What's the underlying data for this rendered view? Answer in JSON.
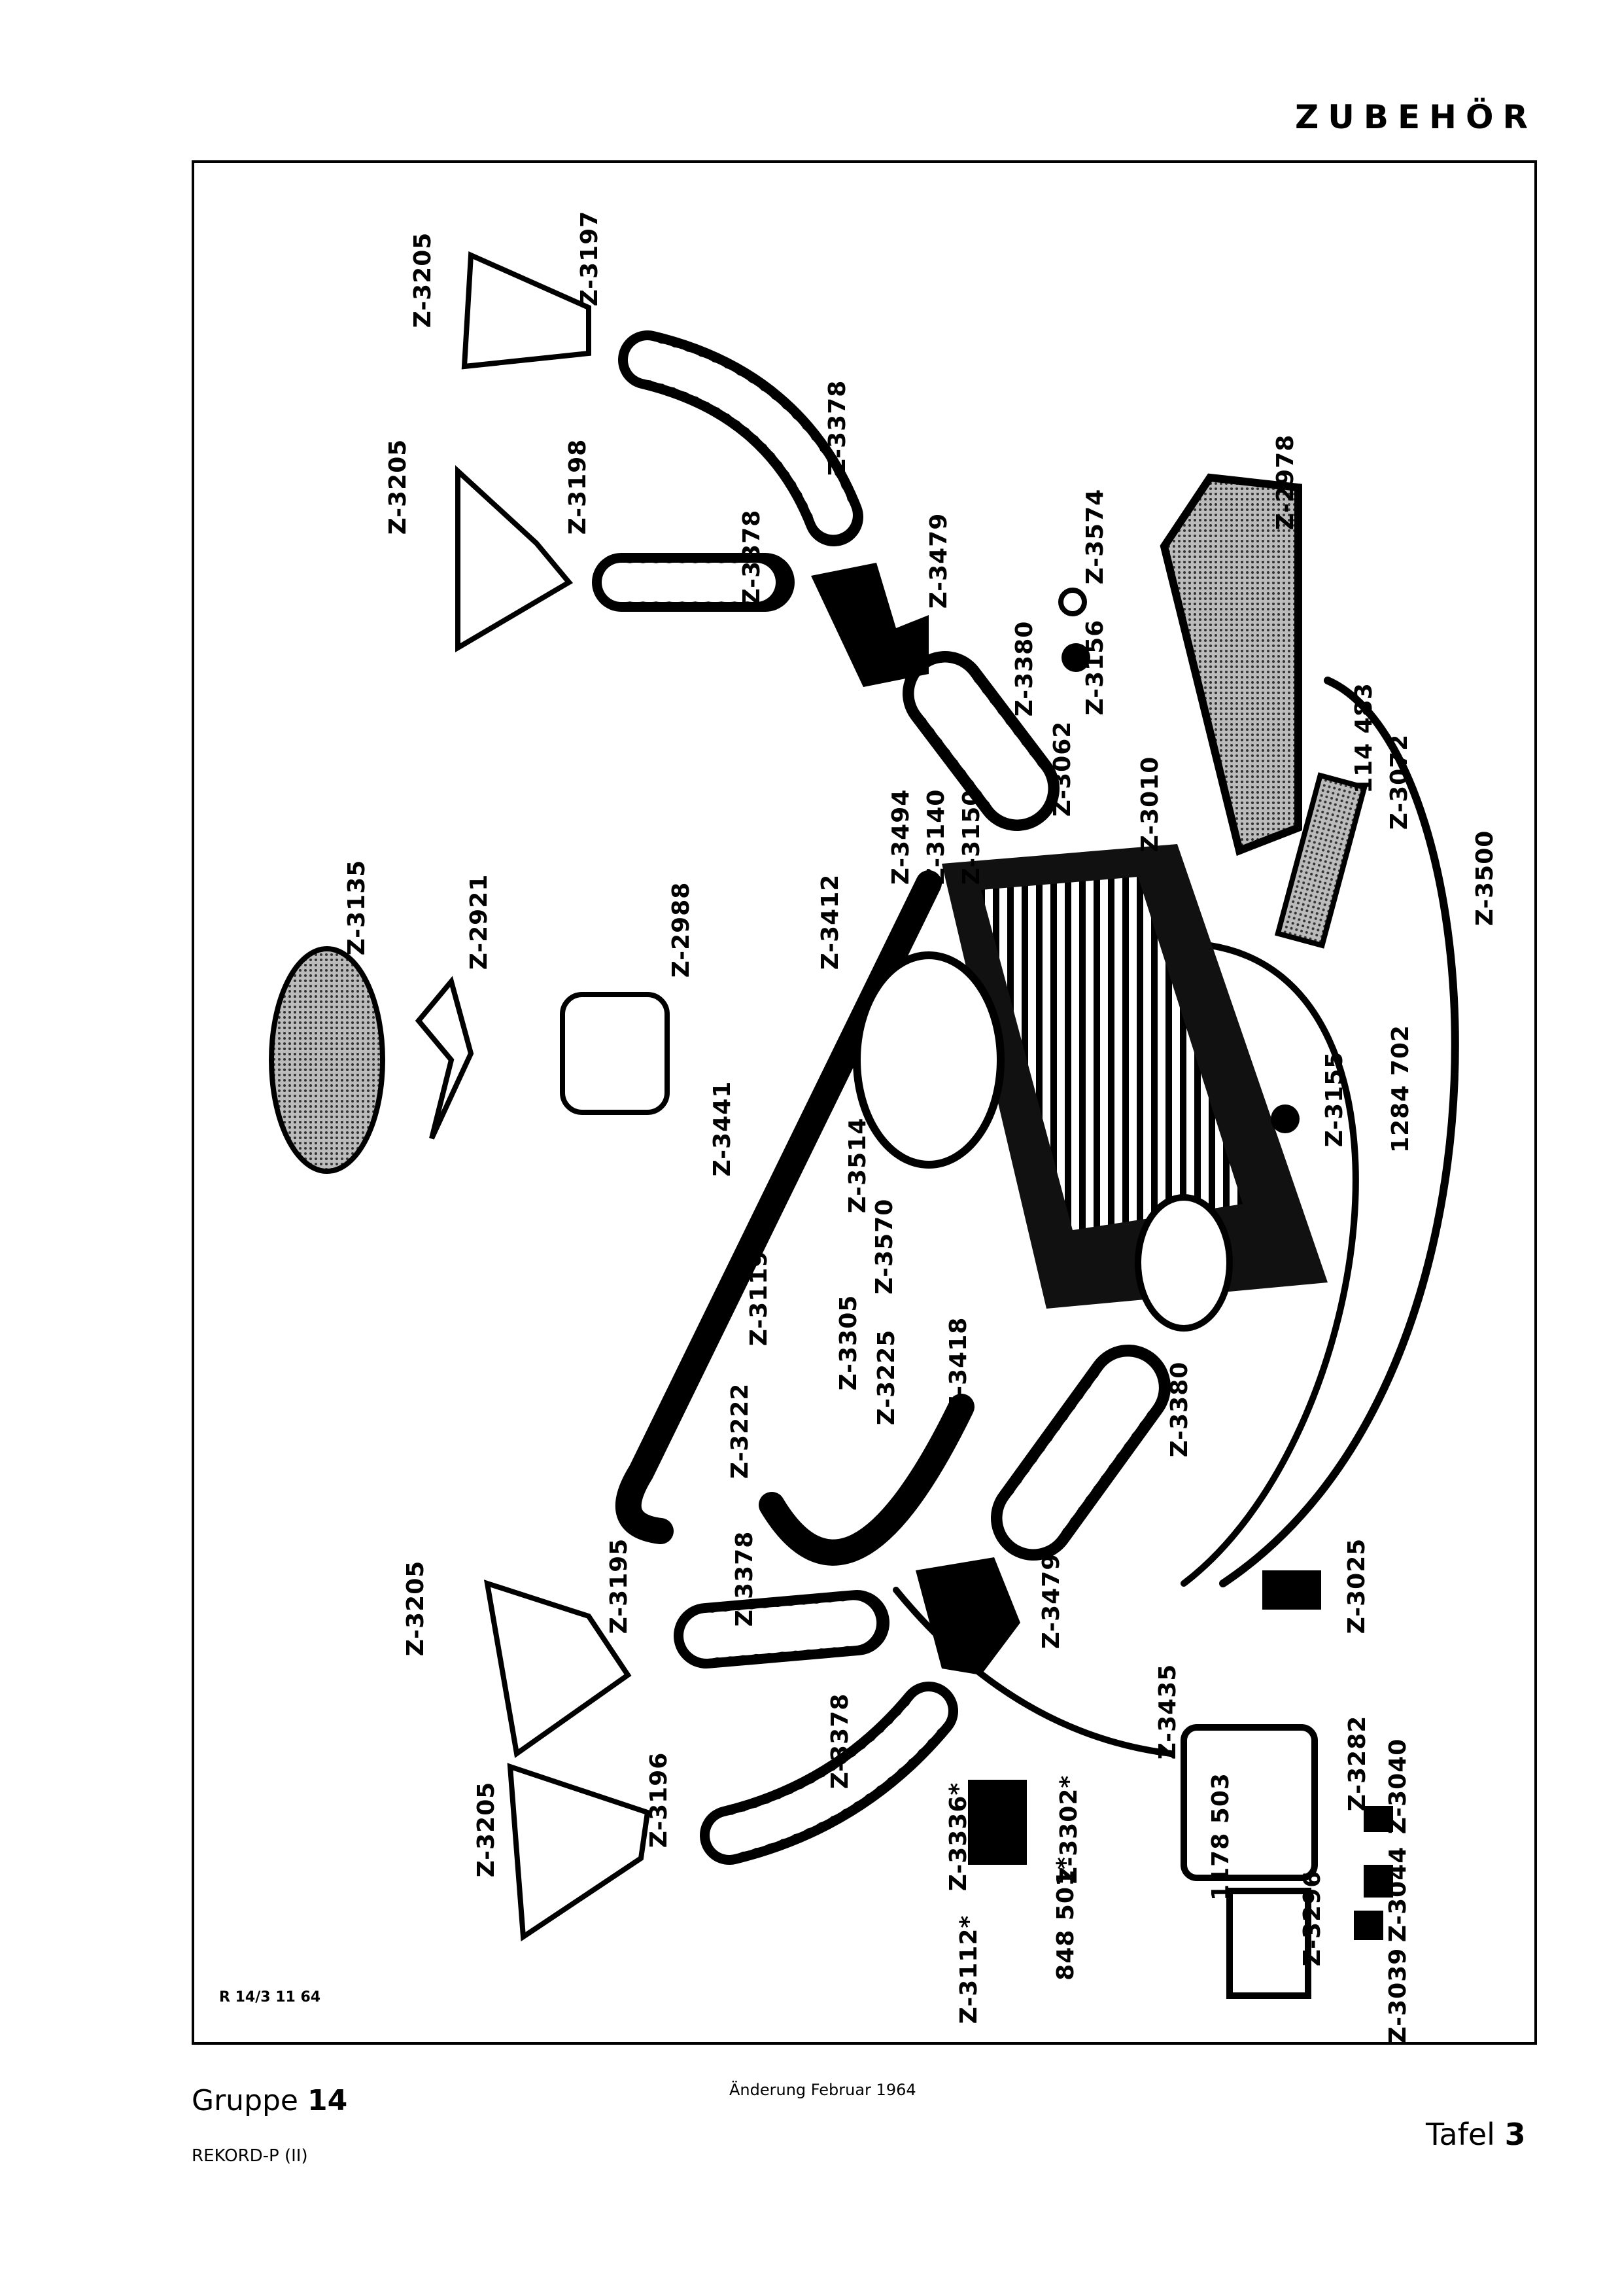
{
  "header": {
    "title": "ZUBEHÖR"
  },
  "plate_ref": "R 14/3 11 64",
  "footer": {
    "group_label": "Gruppe",
    "group_number": "14",
    "model": "REKORD-P (II)",
    "change_note": "Änderung Februar 1964",
    "plate_label": "Tafel",
    "plate_number": "3"
  },
  "part_labels": [
    "Z-3205",
    "Z-3197",
    "Z-3378",
    "Z-3205",
    "Z-3198",
    "Z-3378",
    "Z-3479",
    "Z-3574",
    "Z-3156",
    "Z-3380",
    "Z-3062",
    "Z-2978",
    "114 483",
    "Z-3072",
    "Z-3010",
    "Z-3494",
    "Z-3140",
    "Z-3150",
    "Z-3412",
    "Z-3135",
    "Z-2921",
    "Z-2988",
    "Z-3500",
    "1284 702",
    "Z-3155",
    "Z-3441",
    "Z-3514",
    "Z-3570",
    "Z-3119",
    "Z-3305",
    "Z-3225",
    "Z-3418",
    "Z-3222",
    "Z-3380",
    "Z-3195",
    "Z-3378",
    "Z-3205",
    "Z-3479",
    "Z-3025",
    "Z-3435",
    "Z-3378",
    "Z-3196",
    "Z-3205",
    "Z-3336*",
    "Z-3302*",
    "Z-3282",
    "Z-3040",
    "1178 503",
    "848 501*",
    "Z-3044",
    "Z-3296",
    "Z-3112*",
    "Z-3039"
  ],
  "colors": {
    "ink": "#000000",
    "paper": "#ffffff",
    "shade": "#555555"
  }
}
